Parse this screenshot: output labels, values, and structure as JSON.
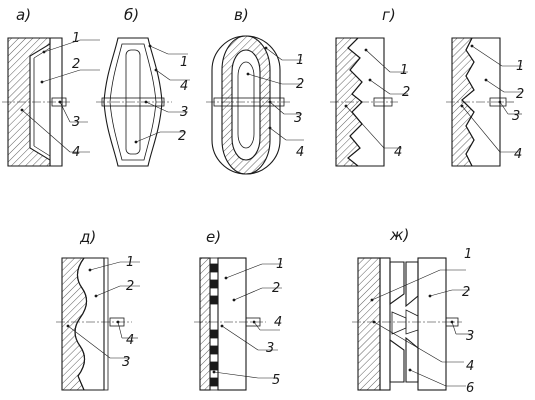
{
  "figures": {
    "a": {
      "caption": "а)",
      "labels": [
        "1",
        "2",
        "3",
        "4"
      ]
    },
    "b": {
      "caption": "б)",
      "labels": [
        "1",
        "4",
        "3",
        "2"
      ]
    },
    "v": {
      "caption": "в)",
      "labels": [
        "1",
        "2",
        "3",
        "4"
      ]
    },
    "g": {
      "caption": "г)",
      "labels_left": [
        "1",
        "2",
        "4"
      ],
      "labels_right": [
        "1",
        "2",
        "3",
        "4"
      ]
    },
    "d": {
      "caption": "д)",
      "labels": [
        "1",
        "2",
        "4",
        "3"
      ]
    },
    "e": {
      "caption": "е)",
      "labels": [
        "1",
        "2",
        "4",
        "3",
        "5"
      ]
    },
    "zh": {
      "caption": "ж)",
      "labels": [
        "1",
        "2",
        "3",
        "4",
        "6"
      ]
    }
  },
  "colors": {
    "ink": "#1a1a1a",
    "background": "#ffffff"
  }
}
